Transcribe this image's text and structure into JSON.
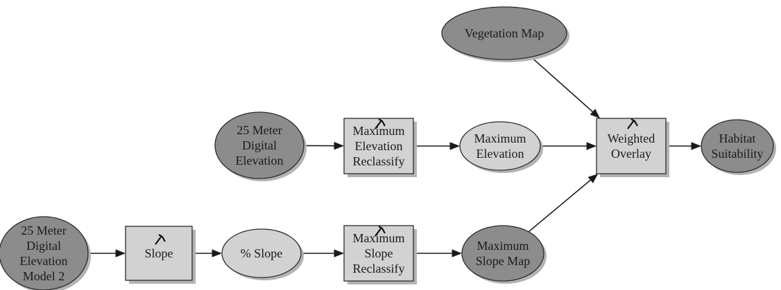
{
  "diagram": {
    "colors": {
      "dark_fill": "#8c8c8c",
      "light_fill": "#d2d2d2",
      "box_fill": "#d2d2d2",
      "shadow": "#b3b3b3",
      "stroke": "#2a2a2a",
      "edge": "#1a1a1a"
    },
    "nodes": {
      "vegetation_map": {
        "lines": [
          "Vegetation Map"
        ],
        "shape": "ellipse",
        "style": "dark"
      },
      "dem_25m": {
        "lines": [
          "25 Meter",
          "Digital",
          "Elevation"
        ],
        "shape": "ellipse",
        "style": "dark"
      },
      "max_elevation_reclassify": {
        "lines": [
          "Maximum",
          "Elevation",
          "Reclassify"
        ],
        "shape": "box",
        "icon": "hammer-icon"
      },
      "max_elevation": {
        "lines": [
          "Maximum",
          "Elevation"
        ],
        "shape": "ellipse",
        "style": "light"
      },
      "weighted_overlay": {
        "lines": [
          "Weighted",
          "Overlay"
        ],
        "shape": "box",
        "icon": "hammer-icon"
      },
      "habitat_suitability": {
        "lines": [
          "Habitat",
          "Suitability"
        ],
        "shape": "ellipse",
        "style": "dark"
      },
      "dem_25m_model2": {
        "lines": [
          "25 Meter",
          "Digital",
          "Elevation",
          "Model 2"
        ],
        "shape": "ellipse",
        "style": "dark"
      },
      "slope": {
        "lines": [
          "Slope"
        ],
        "shape": "box",
        "icon": "hammer-icon"
      },
      "pct_slope": {
        "lines": [
          "% Slope"
        ],
        "shape": "ellipse",
        "style": "light"
      },
      "max_slope_reclassify": {
        "lines": [
          "Maximum",
          "Slope",
          "Reclassify"
        ],
        "shape": "box",
        "icon": "hammer-icon"
      },
      "max_slope_map": {
        "lines": [
          "Maximum",
          "Slope Map"
        ],
        "shape": "ellipse",
        "style": "dark"
      }
    },
    "edges": [
      [
        "vegetation_map",
        "weighted_overlay"
      ],
      [
        "dem_25m",
        "max_elevation_reclassify"
      ],
      [
        "max_elevation_reclassify",
        "max_elevation"
      ],
      [
        "max_elevation",
        "weighted_overlay"
      ],
      [
        "weighted_overlay",
        "habitat_suitability"
      ],
      [
        "dem_25m_model2",
        "slope"
      ],
      [
        "slope",
        "pct_slope"
      ],
      [
        "pct_slope",
        "max_slope_reclassify"
      ],
      [
        "max_slope_reclassify",
        "max_slope_map"
      ],
      [
        "max_slope_map",
        "weighted_overlay"
      ]
    ]
  }
}
